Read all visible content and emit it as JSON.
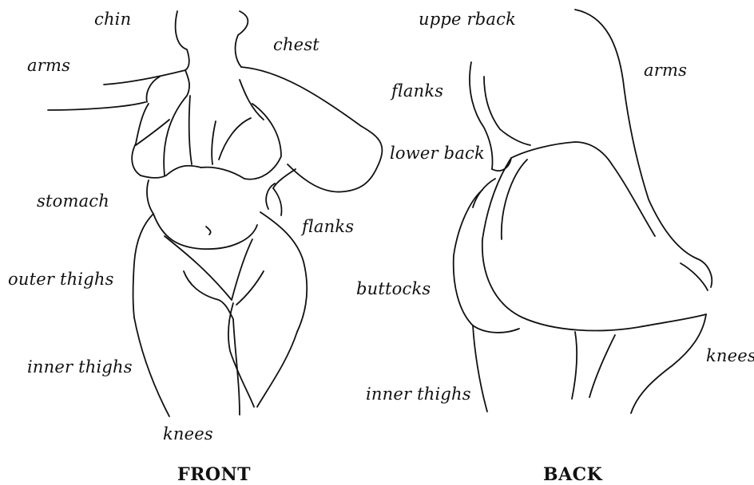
{
  "front": {
    "caption": "FRONT",
    "labels": {
      "chin": "chin",
      "chest": "chest",
      "arms": "arms",
      "stomach": "stomach",
      "flanks": "flanks",
      "outer_thighs": "outer thighs",
      "inner_thighs": "inner thighs",
      "knees": "knees"
    }
  },
  "back": {
    "caption": "BACK",
    "labels": {
      "upper_back": "uppe rback",
      "arms": "arms",
      "flanks": "flanks",
      "lower_back": "lower back",
      "buttocks": "buttocks",
      "inner_thighs": "inner thighs",
      "knees": "knees"
    }
  },
  "colors": {
    "line": "#111111",
    "background": "#ffffff"
  }
}
